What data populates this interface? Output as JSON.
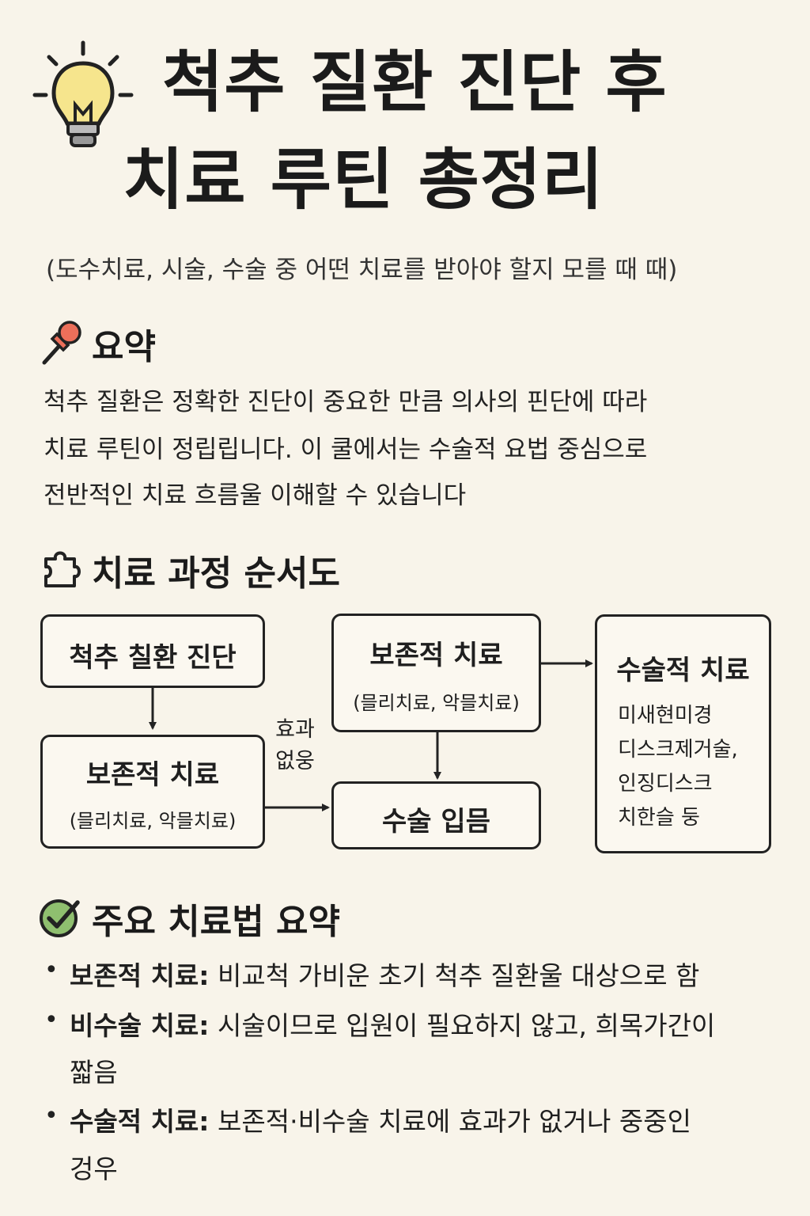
{
  "header": {
    "title_line1": "척추 질환 진단 후",
    "title_line2": "치료 루틴 총정리",
    "subtitle": "(도수치료, 시술, 수술 중 어떤 치료를 받아야 할지 모를 때 때)"
  },
  "summary": {
    "heading": "요약",
    "lines": [
      "척추 질환은 정확한 진단이 중요한 만큼 의사의 핀단에 따라",
      "치료 루틴이 정립립니다. 이 쿨에서는 수술적 요법 중심으로",
      "전반적인 치료 흐름울 이해할 수 있습니다"
    ]
  },
  "flow": {
    "heading": "치료 과정 순서도",
    "diagnosis": {
      "title": "척추 칠환 진단"
    },
    "conservative_left": {
      "title": "보존적 치료",
      "sub": "(믈리치료, 악믈치료)"
    },
    "conservative_top": {
      "title": "보존적 치료",
      "sub": "(믈리치료, 악믈치료)"
    },
    "surgery_stay": {
      "title": "수술 입믐"
    },
    "surgical": {
      "title": "수술적 치료",
      "items": [
        "미새현미경",
        "디스크제거술,",
        "인징디스크",
        "치한슬 둥"
      ]
    },
    "edge_label_line1": "효과",
    "edge_label_line2": "없웅"
  },
  "methods": {
    "heading": "주요 치료법 요약",
    "items": [
      {
        "label": "보존적 치료:",
        "text": "비교척 가비운 초기 척추 질환울 대상으로 함",
        "cont": ""
      },
      {
        "label": "비수술 치료:",
        "text": "시술이므로 입원이 필요하지 않고, 희목가간이",
        "cont": "짧음"
      },
      {
        "label": "수술적 치료:",
        "text": "보존적·비수술 치료에 효과가 없거나 중중인",
        "cont": "겅우"
      }
    ]
  },
  "colors": {
    "background": "#f8f4ea",
    "bulb_fill": "#f6e58d",
    "pin_fill": "#ec6f5a",
    "check_fill": "#8fbf6f",
    "text": "#1f1f1f"
  }
}
